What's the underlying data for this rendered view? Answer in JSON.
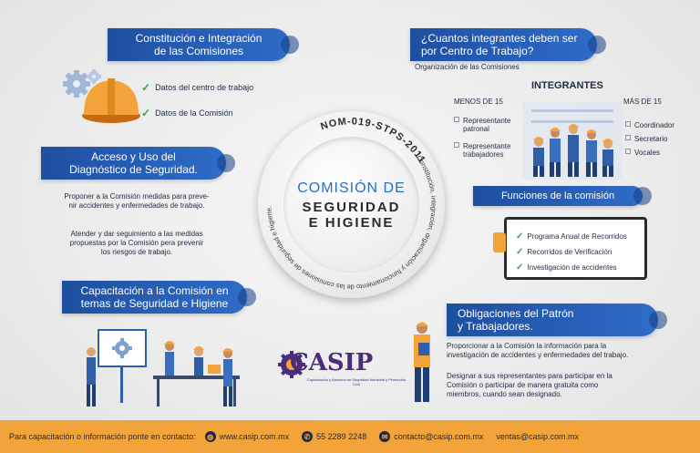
{
  "sections": {
    "constitucion": {
      "title_line1": "Constitución e Integración",
      "title_line2": "de las Comisiones",
      "checks": [
        "Datos del centro de trabajo",
        "Datos de la Comisión"
      ]
    },
    "integrantes": {
      "title_line1": "¿Cuantos integrantes deben ser",
      "title_line2": "por Centro de Trabajo?",
      "subtitle": "Organización de las Comisiones",
      "header": "INTEGRANTES",
      "menos_label": "MENOS DE 15",
      "mas_label": "MÁS DE 15",
      "menos_items": [
        {
          "line1": "Representante",
          "line2": "patronal"
        },
        {
          "line1": "Representante",
          "line2": "trabajadores"
        }
      ],
      "mas_items": [
        "Coordinador",
        "Secretario",
        "Vocales"
      ]
    },
    "acceso": {
      "title_line1": "Acceso y Uso del",
      "title_line2": "Diagnóstico de Seguridad.",
      "para1_line1": "Proponer a la Comisión medidas para preve-",
      "para1_line2": "nir accidentes y enfermedades de trabajo.",
      "para2_line1": "Atender y dar seguimiento a las medidas",
      "para2_line2": "propuestas por la Comisión pera prevenir",
      "para2_line3": "los riesgos de trabajo."
    },
    "funciones": {
      "title": "Funciones de la comisión",
      "items": [
        "Programa Anual de Recorridos",
        "Recorridos de Verificación",
        "Investigación de accidentes"
      ]
    },
    "capacitacion": {
      "title_line1": "Capacitación a la Comisión en",
      "title_line2": "temas de Seguridad e Higiene"
    },
    "obligaciones": {
      "title_line1": "Obligaciones del Patrón",
      "title_line2": "y Trabajadores.",
      "para1_line1": "Proporcionar a la Comisión  la información para la",
      "para1_line2": "investigación de accidentes y enfermedades del trabajo.",
      "para2_line1": "Designar a sus representantes para participar en la",
      "para2_line2": "Comisión o participar de manera gratuita como",
      "para2_line3": "miembros, cuando sean designado."
    }
  },
  "badge": {
    "norm": "NOM-019-STPS-2011",
    "ring_text": "Constitución, integración, organización y funcionamiento de las comisiones de seguridad e higiene.",
    "line1": "COMISIÓN DE",
    "line2": "SEGURIDAD",
    "line3": "E HIGIENE"
  },
  "logo": {
    "name": "CASIP",
    "tagline": "Capacitación y Asesoría en Seguridad Industrial y Protección Civil"
  },
  "footer": {
    "lead": "Para capacitación o información ponte en contacto:",
    "web": "www.casip.com.mx",
    "phone": "55 2289 2248",
    "email1": "contacto@casip.com.mx",
    "email2": "ventas@casip.com.mx"
  },
  "colors": {
    "pill_blue": "#2f6cc8",
    "footer_orange": "#f2a33a",
    "check_green": "#3aa14a",
    "title_blue": "#2a6fc4"
  },
  "icons": [
    "gear-icon",
    "hard-hat-icon",
    "check-icon",
    "globe-icon",
    "phone-icon",
    "mail-icon",
    "clipboard-icon"
  ]
}
